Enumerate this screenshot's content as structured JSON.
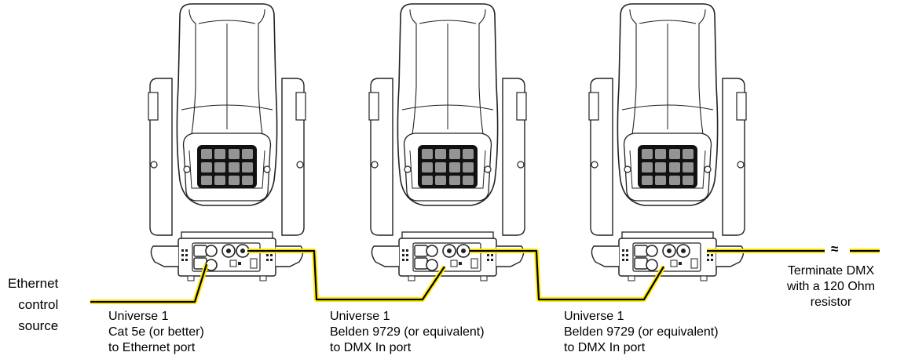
{
  "source": {
    "lines": [
      "Ethernet",
      "control",
      "source"
    ]
  },
  "links": [
    {
      "lines": [
        "Universe 1",
        "Cat 5e (or better)",
        "to Ethernet port"
      ]
    },
    {
      "lines": [
        "Universe 1",
        "Belden 9729 (or equivalent)",
        "to DMX In port"
      ]
    },
    {
      "lines": [
        "Universe 1",
        "Belden 9729 (or equivalent)",
        "to DMX In port"
      ]
    }
  ],
  "termination": {
    "lines": [
      "Terminate DMX",
      "with a 120 Ohm",
      "resistor"
    ]
  },
  "break_symbol": "≈",
  "fixture_count": 3,
  "colors": {
    "cable_highlight": "#ffeb00",
    "cable": "#000000",
    "outline": "#222222",
    "lens_grid": "#111111"
  }
}
